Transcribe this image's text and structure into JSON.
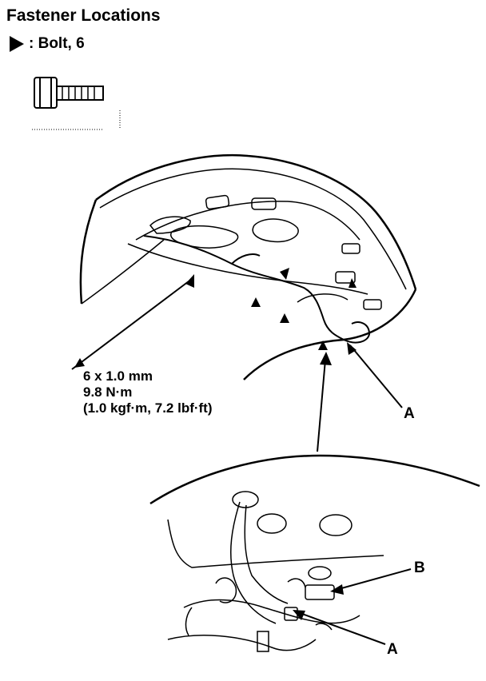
{
  "title": "Fastener Locations",
  "legend": {
    "label": ": Bolt, 6"
  },
  "spec": {
    "size": "6 x 1.0 mm",
    "torque_nm": "9.8 N·m",
    "torque_alt": "(1.0 kgf·m, 7.2 lbf·ft)"
  },
  "callouts": {
    "a_upper": "A",
    "a_lower": "A",
    "b": "B"
  },
  "icons": [
    "bolt-icon",
    "arrowhead-marker-icon"
  ]
}
